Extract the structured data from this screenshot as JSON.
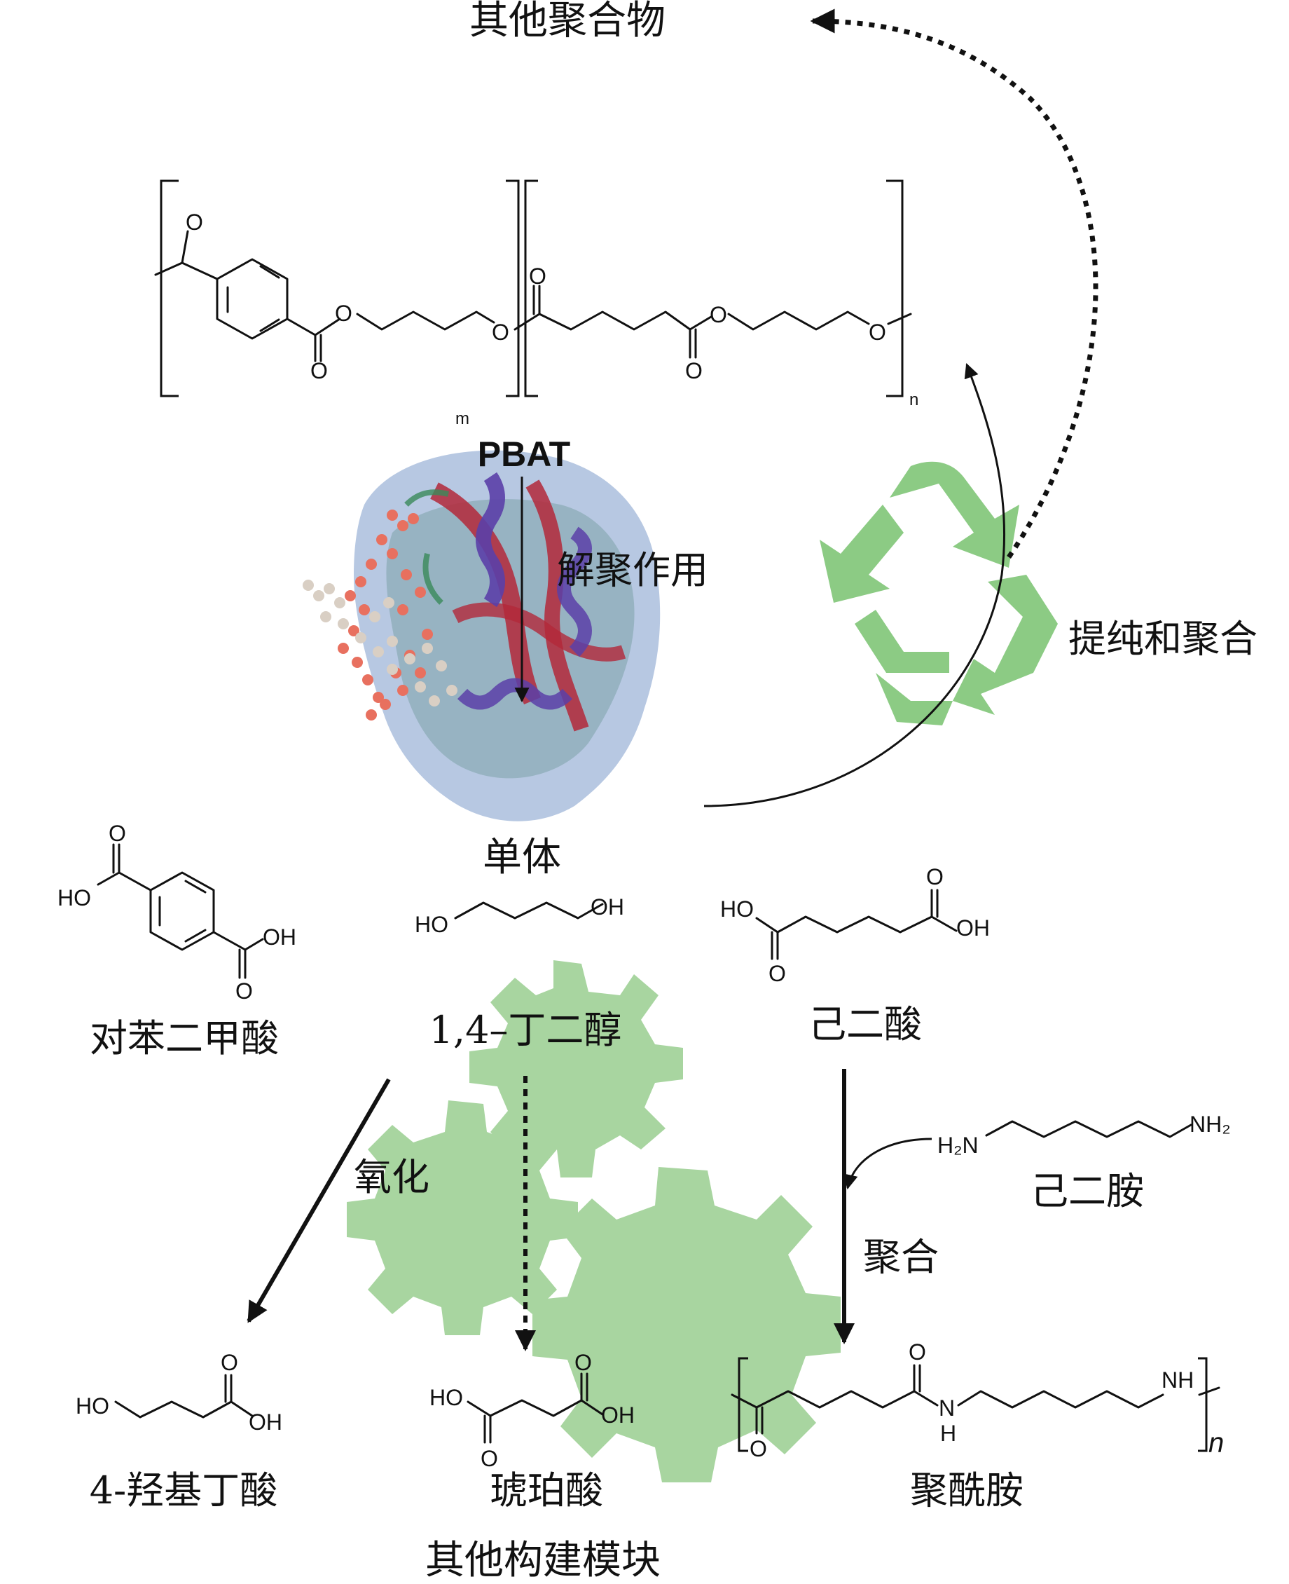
{
  "labels": {
    "other_polymers": "其他聚合物",
    "purify_polymerize": "提纯和聚合",
    "pbat": "PBAT",
    "depolymerization": "解聚作用",
    "monomers": "单体",
    "terephthalic_acid": "对苯二甲酸",
    "butanediol": "1,4–丁二醇",
    "adipic_acid": "己二酸",
    "oxidation": "氧化",
    "hexamethylenediamine": "己二胺",
    "polymerization": "聚合",
    "hydroxybutyric_acid": "4-羟基丁酸",
    "succinic_acid": "琥珀酸",
    "polyamide": "聚酰胺",
    "other_building_blocks": "其他构建模块"
  },
  "atoms": {
    "O": "O",
    "OH": "OH",
    "HO": "HO",
    "NH": "NH",
    "N": "N",
    "H": "H",
    "NH2": "NH₂",
    "H2N": "H₂N"
  },
  "subscripts": {
    "m": "m",
    "n": "n",
    "n_italic": "n"
  },
  "colors": {
    "gear": "#a8d5a0",
    "recycle": "#8ccb84",
    "protein_helix": "#5b3fa8",
    "protein_sheet": "#b3283a",
    "ligand": "#e8705f"
  }
}
